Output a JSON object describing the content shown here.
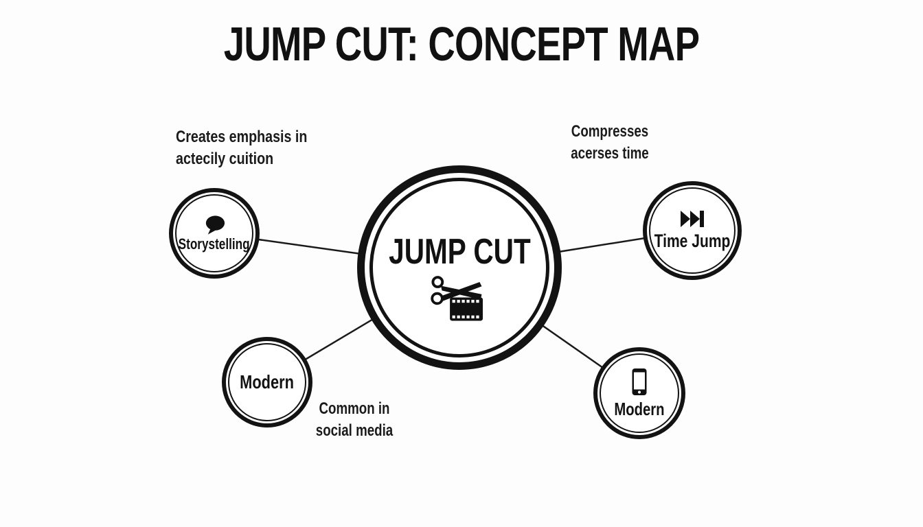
{
  "title": "JUMP CUT: CONCEPT MAP",
  "center": {
    "id": "jump-cut",
    "label": "JUMP CUT",
    "icon": "scissors-filmstrip-icon"
  },
  "nodes": [
    {
      "id": "storytelling",
      "label": "Storystelling",
      "icon": "speech-bubble-icon"
    },
    {
      "id": "time-jump",
      "label": "Time Jump",
      "icon": "skip-forward-icon"
    },
    {
      "id": "modern-left",
      "label": "Modern",
      "icon": ""
    },
    {
      "id": "modern-right",
      "label": "Modern",
      "icon": "smartphone-icon"
    }
  ],
  "annotations": [
    {
      "target": "storytelling",
      "line1": "Creates emphasis in",
      "line2": "actecily cuition"
    },
    {
      "target": "time-jump",
      "line1": "Compresses",
      "line2": "acerses time"
    },
    {
      "target": "modern-left",
      "line1": "Common in",
      "line2": "social media"
    }
  ],
  "edges": [
    {
      "from": "jump-cut",
      "to": "storytelling"
    },
    {
      "from": "jump-cut",
      "to": "time-jump"
    },
    {
      "from": "jump-cut",
      "to": "modern-left"
    },
    {
      "from": "jump-cut",
      "to": "modern-right"
    }
  ],
  "colors": {
    "ink": "#141414",
    "background": "#fdfdfd"
  }
}
